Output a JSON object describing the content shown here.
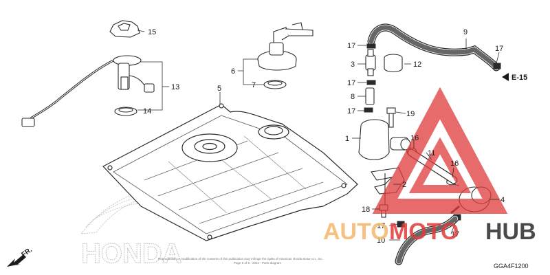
{
  "diagram": {
    "callouts": {
      "c1": "1",
      "c2": "2",
      "c3": "3",
      "c4": "4",
      "c5": "5",
      "c6": "6",
      "c7": "7",
      "c8": "8",
      "c9": "9",
      "c10": "10",
      "c11": "11",
      "c12": "12",
      "c13": "13",
      "c14": "14",
      "c15": "15",
      "c16a": "16",
      "c16b": "16",
      "c17a": "17",
      "c17b": "17",
      "c17c": "17",
      "c17d": "17",
      "c17e": "17",
      "c17f": "17",
      "c18": "18",
      "c19": "19"
    },
    "reference": "E-15",
    "diagram_code": "GGA4F1200",
    "direction_label": "FR.",
    "brand_outline": "HONDA",
    "copyright_line1": "Reproduction or modification of the contents of this publication may infringe the rights of American Honda Motor Co., Inc.",
    "copyright_line2": "Page 6 of 6 - 2024 - Parts diagram"
  },
  "watermark": {
    "part1": "AUTO",
    "part2": "MOTO",
    "part3": "HUB",
    "color_orange": "#f5b66a",
    "color_red": "#e03a3a",
    "color_dark": "#2b2b2b"
  }
}
